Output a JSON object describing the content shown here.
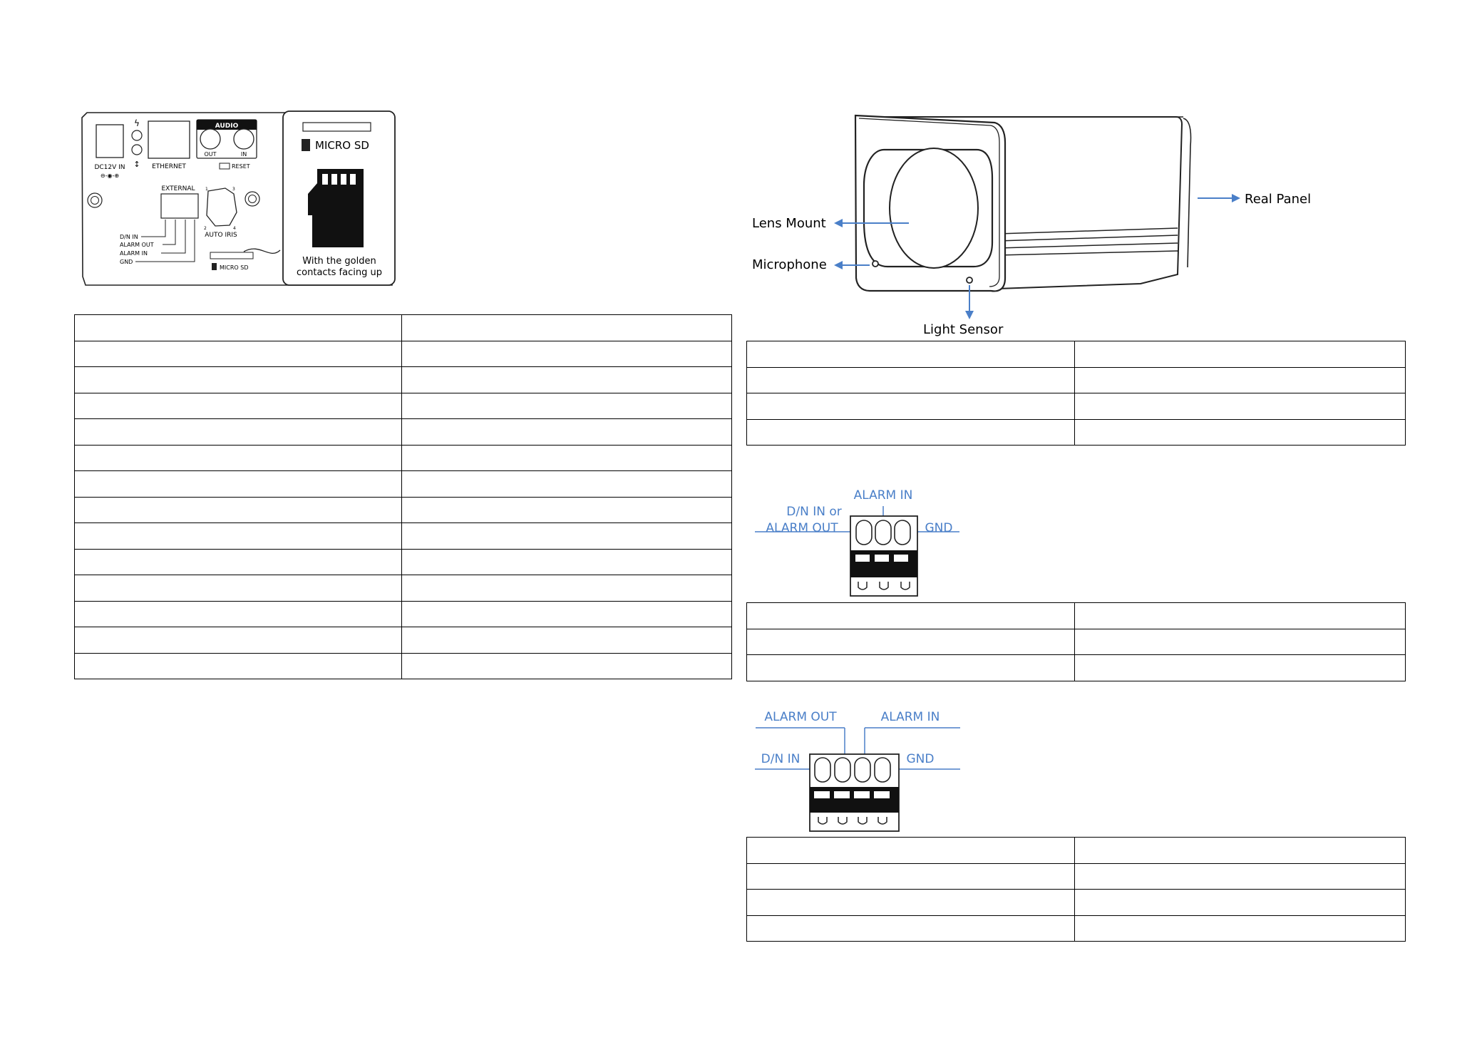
{
  "rear_panel": {
    "power_label": "DC12V IN",
    "ethernet_label": "ETHERNET",
    "audio_label": "AUDIO",
    "audio_out_label": "OUT",
    "audio_in_label": "IN",
    "reset_label": "RESET",
    "external_label": "EXTERNAL",
    "auto_iris_label": "AUTO IRIS",
    "pin_labels": [
      "D/N IN",
      "ALARM OUT",
      "ALARM IN",
      "GND"
    ],
    "micro_sd_label": "MICRO SD",
    "iris_pin_numbers": [
      "1",
      "3",
      "2",
      "4"
    ]
  },
  "sd_callout": {
    "title": "MICRO SD",
    "caption_line1": "With the golden",
    "caption_line2": "contacts facing up"
  },
  "camera": {
    "lens_mount": "Lens Mount",
    "microphone": "Microphone",
    "light_sensor": "Light Sensor",
    "real_panel": "Real Panel"
  },
  "terminal_3pin": {
    "dn_in_or": "D/N IN or",
    "alarm_out": "ALARM OUT",
    "alarm_in": "ALARM IN",
    "gnd": "GND"
  },
  "terminal_4pin": {
    "alarm_out": "ALARM OUT",
    "alarm_in": "ALARM IN",
    "dn_in": "D/N IN",
    "gnd": "GND"
  },
  "tables": {
    "left_rows": 14,
    "right_top_rows": 4,
    "right_mid_rows": 3,
    "right_bottom_rows": 4
  }
}
